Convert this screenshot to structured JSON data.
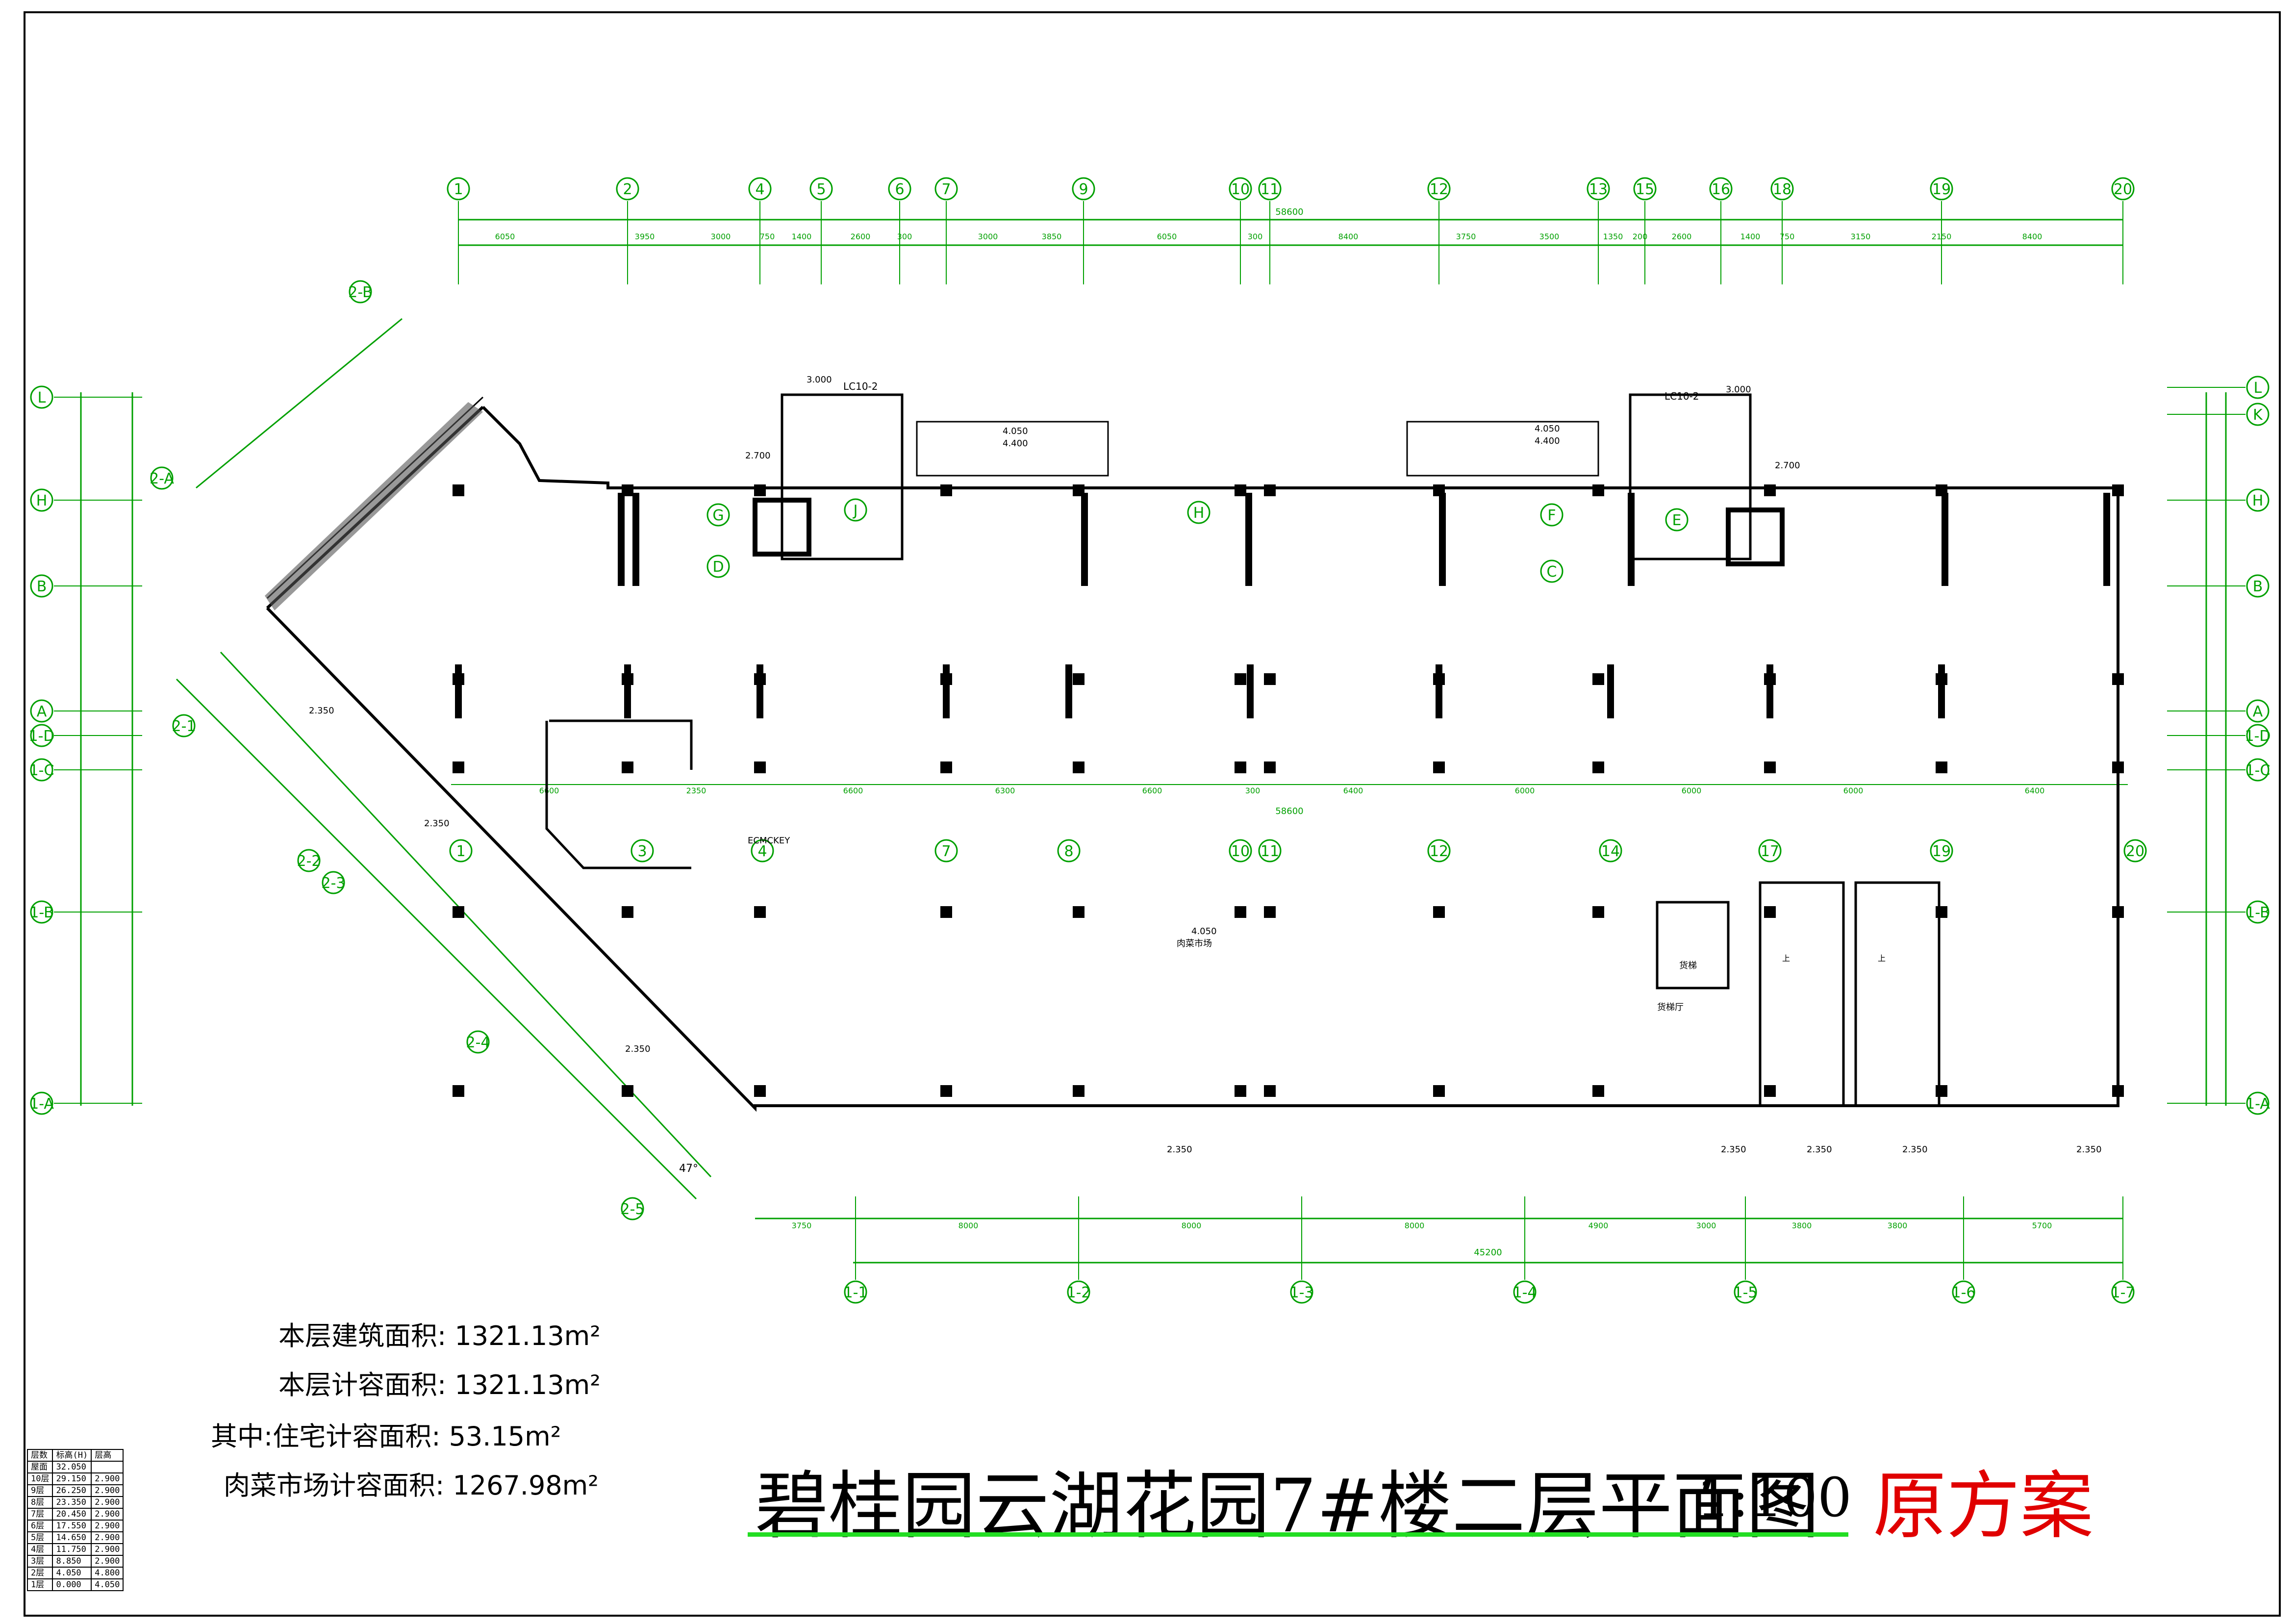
{
  "title": "碧桂园云湖花园7#楼二层平面图",
  "scale": "1:100",
  "scheme": "原方案",
  "areas": [
    {
      "label": "本层建筑面积:",
      "value": "1321.13m²"
    },
    {
      "label": "本层计容面积:",
      "value": "1321.13m²"
    },
    {
      "label": "其中:住宅计容面积:",
      "value": "53.15m²"
    },
    {
      "label": "肉菜市场计容面积:",
      "value": "1267.98m²"
    }
  ],
  "top_axes": [
    "1",
    "2",
    "4",
    "5",
    "6",
    "7",
    "9",
    "10",
    "11",
    "12",
    "13",
    "15",
    "16",
    "18",
    "19",
    "20"
  ],
  "top_dims": [
    "6050",
    "3950",
    "3000",
    "750",
    "1400",
    "2600",
    "300",
    "3000",
    "3850",
    "6050",
    "300",
    "8400",
    "3750",
    "3500",
    "1350",
    "200",
    "2600",
    "1400",
    "750",
    "3150",
    "2150",
    "8400"
  ],
  "top_total": "58600",
  "mid_axes": [
    "1",
    "3",
    "4",
    "7",
    "8",
    "10",
    "11",
    "12",
    "14",
    "17",
    "19",
    "20"
  ],
  "mid_dims": [
    "6600",
    "2350",
    "6600",
    "6300",
    "6600",
    "300",
    "6400",
    "6000",
    "6000",
    "6000",
    "6400"
  ],
  "mid_total": "58600",
  "bottom_axes": [
    "1-1",
    "1-2",
    "1-3",
    "1-4",
    "1-5",
    "1-6",
    "1-7"
  ],
  "bottom_dims": [
    "3750",
    "8000",
    "8000",
    "8000",
    "4900",
    "3000",
    "3800",
    "3800",
    "5700"
  ],
  "bottom_total": "45200",
  "left_axes": [
    "L",
    "H",
    "B",
    "A",
    "1-D",
    "1-C",
    "1-B",
    "1-A"
  ],
  "right_axes": [
    "L",
    "K",
    "H",
    "B",
    "A",
    "1-D",
    "1-C",
    "1-B",
    "1-A"
  ],
  "diag_axes": [
    "2-B",
    "2-A",
    "2-1",
    "2-2",
    "2-3",
    "2-4",
    "2-5"
  ],
  "core_axes": [
    "G",
    "D",
    "J",
    "F",
    "E",
    "C",
    "H"
  ],
  "labels": {
    "stair_code_left": "LC10-2",
    "stair_code_right": "LC10-2",
    "elev_3000": "3.000",
    "elev_2700": "2.700",
    "elev_4050": "4.050",
    "elev_4400": "4.400",
    "elev_2350": "2.350",
    "market": "肉菜市场",
    "vendor": "ECMCKEY",
    "elevator_hall": "货梯厅",
    "freight_elevator": "货梯",
    "angle": "47°",
    "up": "上"
  },
  "elevation_table": {
    "headers": [
      "层数",
      "标高(H)",
      "层高"
    ],
    "rows": [
      [
        "屋面",
        "32.050",
        ""
      ],
      [
        "10层",
        "29.150",
        "2.900"
      ],
      [
        "9层",
        "26.250",
        "2.900"
      ],
      [
        "8层",
        "23.350",
        "2.900"
      ],
      [
        "7层",
        "20.450",
        "2.900"
      ],
      [
        "6层",
        "17.550",
        "2.900"
      ],
      [
        "5层",
        "14.650",
        "2.900"
      ],
      [
        "4层",
        "11.750",
        "2.900"
      ],
      [
        "3层",
        "8.850",
        "2.900"
      ],
      [
        "2层",
        "4.050",
        "4.800"
      ],
      [
        "1层",
        "0.000",
        "4.050"
      ]
    ]
  },
  "colors": {
    "axis": "#00a000",
    "wall": "#000000",
    "title_underline": "#22dd22",
    "scheme": "#e00000",
    "accent": "#dd00dd"
  }
}
